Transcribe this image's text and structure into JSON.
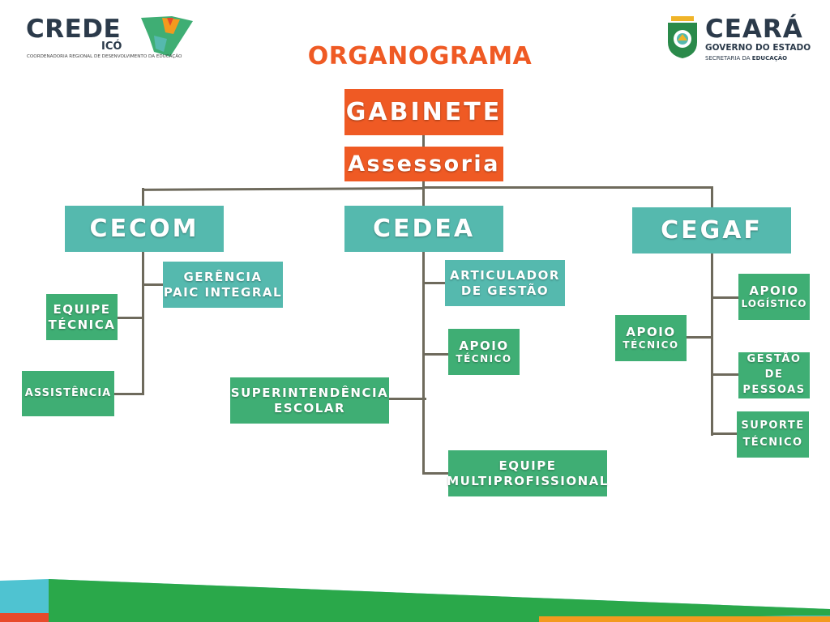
{
  "header": {
    "title": "ORGANOGRAMA",
    "left_logo": {
      "name": "CREDE",
      "sub": "ICÓ",
      "caption": "COORDENADORIA REGIONAL DE DESENVOLVIMENTO DA EDUCAÇÃO"
    },
    "right_logo": {
      "name": "CEARÁ",
      "line1": "GOVERNO DO ESTADO",
      "line2_prefix": "SECRETARIA DA ",
      "line2_bold": "EDUCAÇÃO"
    }
  },
  "org": {
    "gabinete": "GABINETE",
    "assessoria": "Assessoria",
    "cecom": {
      "name": "CECOM",
      "gerencia": [
        "GERÊNCIA",
        "PAIC INTEGRAL"
      ],
      "equipe_tecnica": [
        "EQUIPE",
        "TÉCNICA"
      ],
      "assistencia": "ASSISTÊNCIA"
    },
    "cedea": {
      "name": "CEDEA",
      "articulador": [
        "ARTICULADOR",
        "DE GESTÃO"
      ],
      "apoio_tecnico": [
        "APOIO",
        "TÉCNICO"
      ],
      "superintendencia": [
        "SUPERINTENDÊNCIA",
        "ESCOLAR"
      ],
      "equipe_multi": [
        "EQUIPE",
        "MULTIPROFISSIONAL"
      ]
    },
    "cegaf": {
      "name": "CEGAF",
      "apoio_logistico": [
        "APOIO",
        "LOGÍSTICO"
      ],
      "apoio_tecnico": [
        "APOIO",
        "TÉCNICO"
      ],
      "gestao_pessoas": [
        "GESTÃO",
        "DE",
        "PESSOAS"
      ],
      "suporte_tecnico": [
        "SUPORTE",
        "TÉCNICO"
      ]
    }
  },
  "colors": {
    "orange": "#ef5a24",
    "teal": "#55b9ae",
    "green": "#3fae74",
    "connector": "#6e6a5c",
    "footer_green": "#2aa84a",
    "footer_cyan": "#4fc3d1",
    "footer_orange": "#f39a1e",
    "footer_red": "#e84a2a"
  }
}
